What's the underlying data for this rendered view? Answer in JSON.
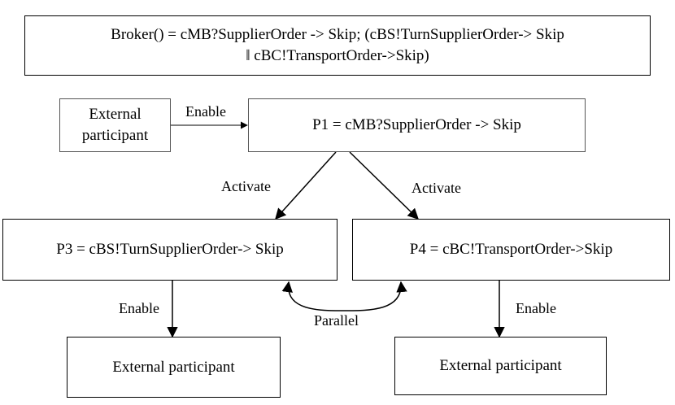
{
  "definition": {
    "line1": "Broker()  = cMB?SupplierOrder -> Skip; (cBS!TurnSupplierOrder-> Skip",
    "line2": "‖ cBC!TransportOrder->Skip)"
  },
  "nodes": {
    "external_top": "External participant",
    "p1": "P1  = cMB?SupplierOrder -> Skip",
    "p3": "P3  = cBS!TurnSupplierOrder-> Skip",
    "p4": "P4 = cBC!TransportOrder->Skip",
    "external_left": "External participant",
    "external_right": "External participant"
  },
  "edges": {
    "enable_top": "Enable",
    "activate_left": "Activate",
    "activate_right": "Activate",
    "enable_left": "Enable",
    "enable_right": "Enable",
    "parallel": "Parallel"
  }
}
